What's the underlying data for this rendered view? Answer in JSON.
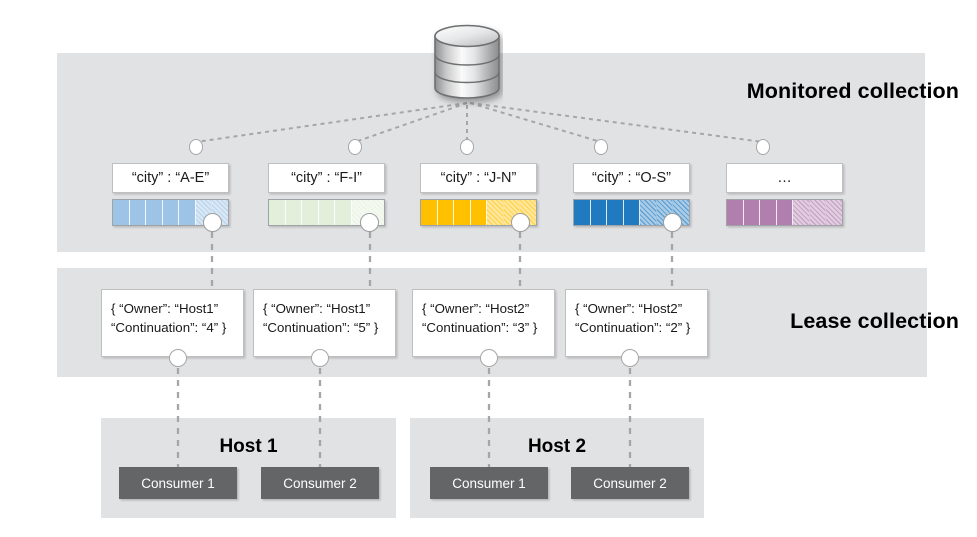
{
  "sections": {
    "monitored": {
      "label": "Monitored collection"
    },
    "lease": {
      "label": "Lease collection"
    }
  },
  "database": {
    "icon": "database-cylinder-icon"
  },
  "partitions": [
    {
      "key_label": "“city” : “A-E”",
      "color": "#9DC3E6",
      "solid_cells": 5,
      "hatch_cells": 2,
      "has_handle": true
    },
    {
      "key_label": "“city” : “F-I”",
      "color": "#E2EFDA",
      "solid_cells": 5,
      "hatch_cells": 2,
      "has_handle": true
    },
    {
      "key_label": "“city” : “J-N”",
      "color": "#FFC000",
      "solid_cells": 4,
      "hatch_cells": 3,
      "has_handle": true
    },
    {
      "key_label": "“city” : “O-S”",
      "color": "#1F7ABF",
      "solid_cells": 4,
      "hatch_cells": 3,
      "has_handle": true
    },
    {
      "key_label": "…",
      "color": "#B07FAE",
      "solid_cells": 4,
      "hatch_cells": 3,
      "has_handle": false
    }
  ],
  "leases": [
    {
      "line1": "{ “Owner”: “Host1”",
      "line2": "“Continuation”: “4” }",
      "owner": "Host1",
      "continuation": "4"
    },
    {
      "line1": "{ “Owner”: “Host1”",
      "line2": "“Continuation”: “5” }",
      "owner": "Host1",
      "continuation": "5"
    },
    {
      "line1": "{ “Owner”: “Host2”",
      "line2": "“Continuation”: “3” }",
      "owner": "Host2",
      "continuation": "3"
    },
    {
      "line1": "{ “Owner”: “Host2”",
      "line2": "“Continuation”: “2” }",
      "owner": "Host2",
      "continuation": "2"
    }
  ],
  "hosts": [
    {
      "title": "Host 1",
      "consumers": [
        {
          "label": "Consumer 1"
        },
        {
          "label": "Consumer 2"
        }
      ]
    },
    {
      "title": "Host 2",
      "consumers": [
        {
          "label": "Consumer 1"
        },
        {
          "label": "Consumer 2"
        }
      ]
    }
  ],
  "colors": {
    "panel_bg": "#E1E2E4",
    "consumer_bg": "#646567",
    "line": "#A6A6A6",
    "box_border": "#BFBFBF"
  }
}
